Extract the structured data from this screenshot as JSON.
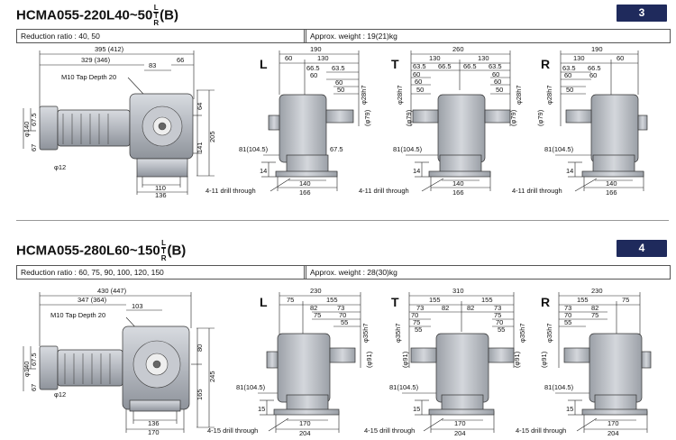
{
  "sections": [
    {
      "title_main": "HCMA055-220L40~50",
      "title_sup": "L",
      "title_mid": "T",
      "title_sub": "R",
      "title_suffix": "(B)",
      "badge": "3",
      "reduction": "Reduction ratio : 40, 50",
      "weight": "Approx. weight : 19(21)kg",
      "side": {
        "d_total": "395 (412)",
        "d_329": "329 (346)",
        "d_83": "83",
        "d_66": "66",
        "tap": "M10 Tap Depth 20",
        "d_phi140": "φ140",
        "d_675": "67.5",
        "d_67": "67",
        "d_phi12": "φ12",
        "d_64": "64",
        "d_141": "141",
        "d_205": "205",
        "d_110": "110",
        "d_136": "136"
      },
      "views": [
        {
          "letter": "L",
          "top": "190",
          "a": "60",
          "b": "130",
          "c": "66.5",
          "d": "63.5",
          "e": "60",
          "f": "60",
          "g": "50",
          "shaft": "φ28h7",
          "bore": "(φ79)",
          "drop": "81(104.5)",
          "side": "67.5",
          "h14": "14",
          "b140": "140",
          "b166": "166",
          "drill": "4-11 drill through"
        },
        {
          "letter": "T",
          "top": "260",
          "a": "130",
          "b": "130",
          "c": "63.5",
          "d": "66.5",
          "e": "66.5",
          "f": "63.5",
          "g": "60",
          "h": "60",
          "i": "60",
          "j": "60",
          "k": "50",
          "l": "50",
          "shaft": "φ28h7",
          "shaft2": "φ28h7",
          "bore": "(φ79)",
          "bore2": "(φ79)",
          "drop": "81(104.5)",
          "h14": "14",
          "b140": "140",
          "b166": "166",
          "drill": "4-11 drill through"
        },
        {
          "letter": "R",
          "top": "190",
          "a": "130",
          "b": "60",
          "c": "63.5",
          "d": "66.5",
          "e": "60",
          "f": "60",
          "g": "50",
          "shaft": "φ28h7",
          "bore": "(φ79)",
          "drop": "81(104.5)",
          "h14": "14",
          "b140": "140",
          "b166": "166",
          "drill": "4-11 drill through"
        }
      ]
    },
    {
      "title_main": "HCMA055-280L60~150",
      "title_sup": "L",
      "title_mid": "T",
      "title_sub": "R",
      "title_suffix": "(B)",
      "badge": "4",
      "reduction": "Reduction ratio : 60, 75, 90, 100, 120, 150",
      "weight": "Approx. weight : 28(30)kg",
      "side": {
        "d_total": "430 (447)",
        "d_329": "347 (364)",
        "d_83": "103",
        "d_66": "",
        "tap": "M10 Tap Depth 20",
        "d_phi140": "φ140",
        "d_675": "67.5",
        "d_67": "67",
        "d_phi12": "φ12",
        "d_64": "80",
        "d_141": "165",
        "d_205": "245",
        "d_110": "136",
        "d_136": "170"
      },
      "views": [
        {
          "letter": "L",
          "top": "230",
          "a": "75",
          "b": "155",
          "c": "82",
          "d": "73",
          "e": "75",
          "f": "70",
          "g": "55",
          "shaft": "φ35h7",
          "bore": "(φ91)",
          "drop": "81(104.5)",
          "side": "",
          "h14": "15",
          "b140": "170",
          "b166": "204",
          "drill": "4-15 drill through"
        },
        {
          "letter": "T",
          "top": "310",
          "a": "155",
          "b": "155",
          "c": "73",
          "d": "82",
          "e": "82",
          "f": "73",
          "g": "70",
          "h": "75",
          "i": "75",
          "j": "70",
          "k": "55",
          "l": "55",
          "shaft": "φ35h7",
          "shaft2": "φ35h7",
          "bore": "(φ91)",
          "bore2": "(φ91)",
          "drop": "81(104.5)",
          "h14": "15",
          "b140": "170",
          "b166": "204",
          "drill": "4-15 drill through"
        },
        {
          "letter": "R",
          "top": "230",
          "a": "155",
          "b": "75",
          "c": "73",
          "d": "82",
          "e": "70",
          "f": "75",
          "g": "55",
          "shaft": "φ35h7",
          "bore": "(φ91)",
          "drop": "81(104.5)",
          "h14": "15",
          "b140": "170",
          "b166": "204",
          "drill": "4-15 drill through"
        }
      ]
    }
  ]
}
